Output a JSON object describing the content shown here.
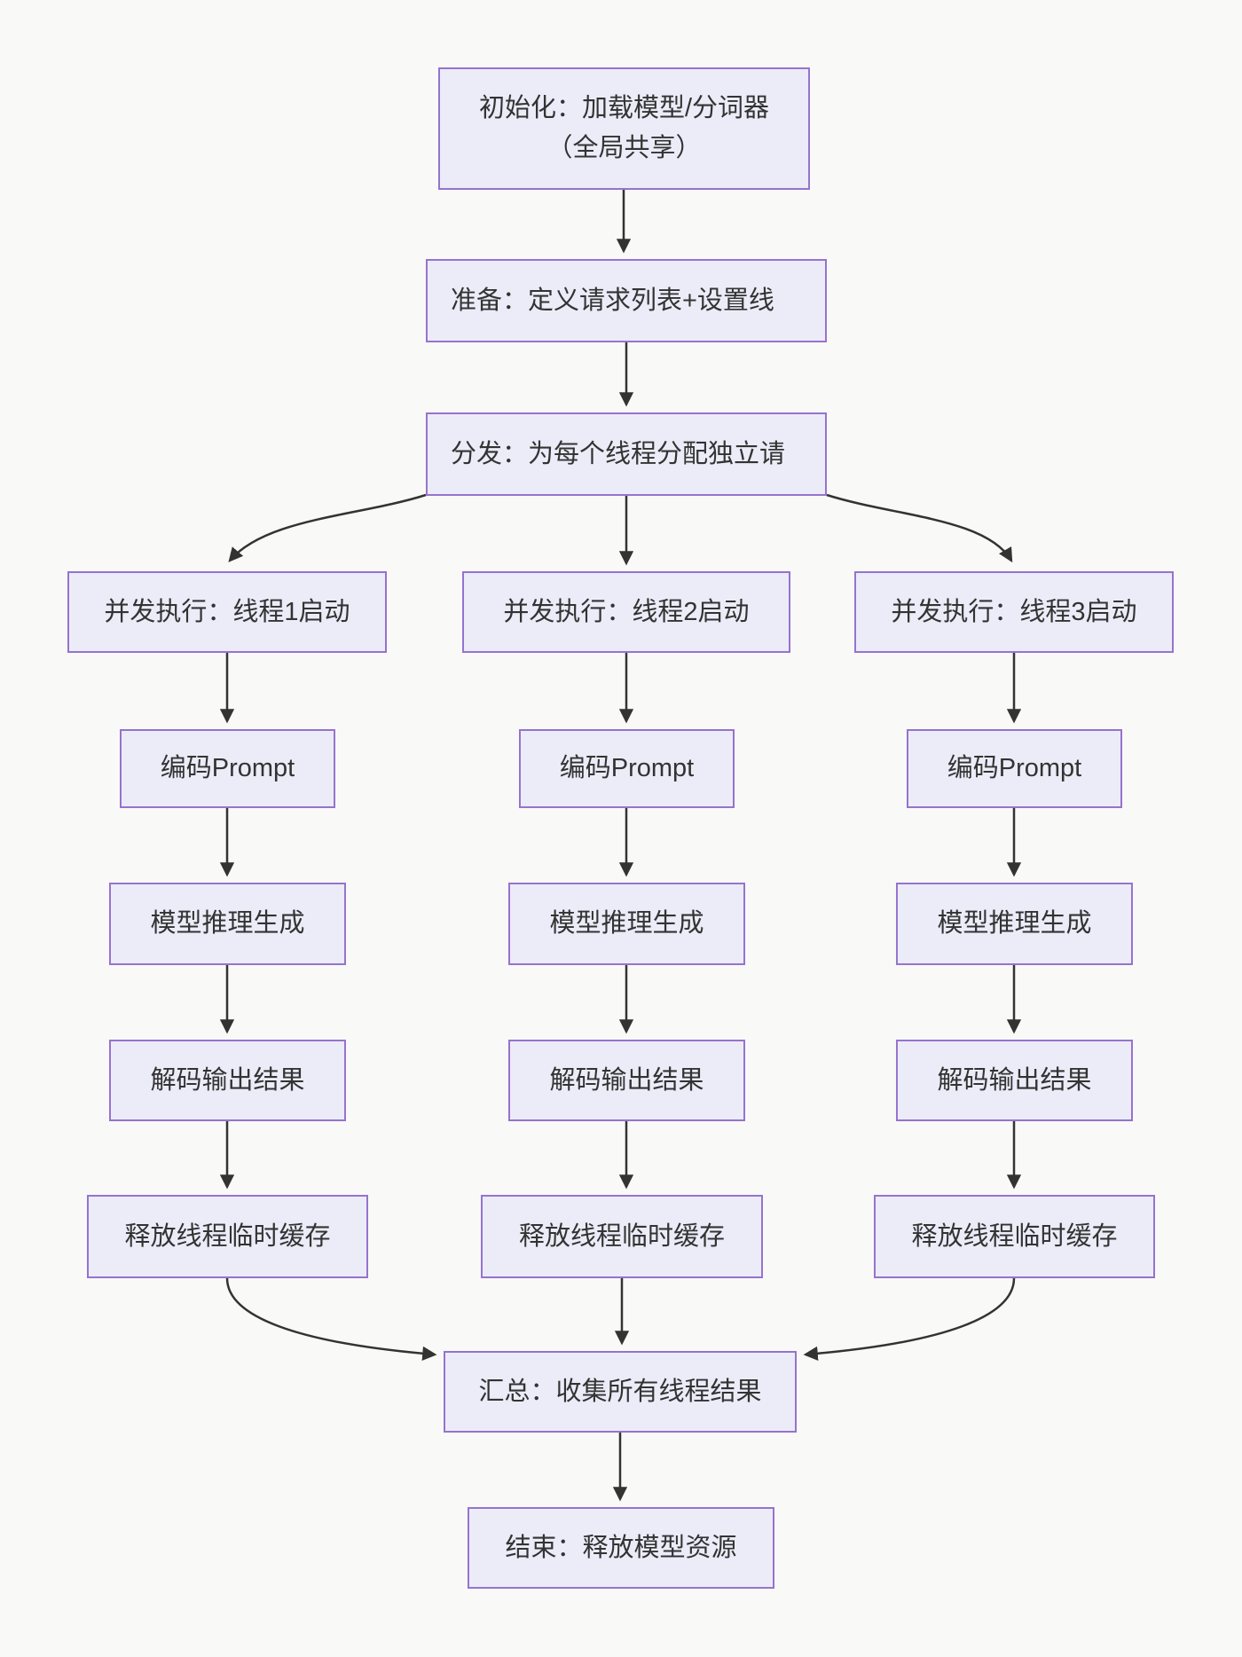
{
  "colors": {
    "background": "#F9F9F7",
    "node_fill": "#ECECF9",
    "node_border": "#9673CE",
    "node_text": "#333333",
    "arrow": "#333333"
  },
  "flowchart": {
    "init": {
      "line1": "初始化：加载模型/分词器",
      "line2": "（全局共享）"
    },
    "prepare": {
      "label": "准备：定义请求列表+设置线"
    },
    "dispatch": {
      "label": "分发：为每个线程分配独立请"
    },
    "threads": [
      {
        "start": "并发执行：线程1启动",
        "encode": "编码Prompt",
        "infer": "模型推理生成",
        "decode": "解码输出结果",
        "release": "释放线程临时缓存"
      },
      {
        "start": "并发执行：线程2启动",
        "encode": "编码Prompt",
        "infer": "模型推理生成",
        "decode": "解码输出结果",
        "release": "释放线程临时缓存"
      },
      {
        "start": "并发执行：线程3启动",
        "encode": "编码Prompt",
        "infer": "模型推理生成",
        "decode": "解码输出结果",
        "release": "释放线程临时缓存"
      }
    ],
    "merge": {
      "label": "汇总：收集所有线程结果"
    },
    "end": {
      "label": "结束：释放模型资源"
    }
  }
}
